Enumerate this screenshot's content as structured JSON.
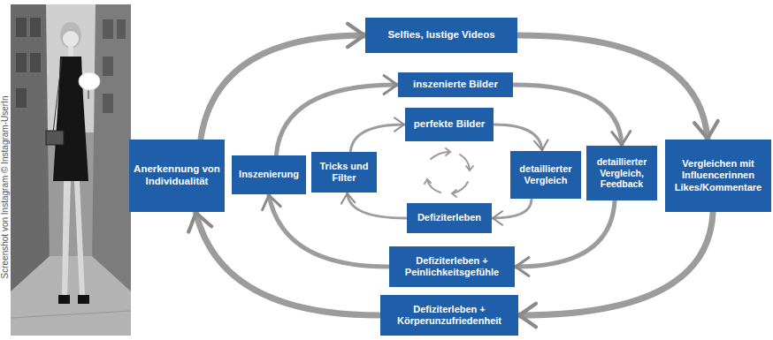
{
  "diagram": {
    "nodes": [
      {
        "text": [
          "Selfies, lustige Videos"
        ]
      },
      {
        "text": [
          "inszenierte Bilder"
        ]
      },
      {
        "text": [
          "perfekte Bilder"
        ]
      },
      {
        "text": [
          "Anerkennung von Individualität"
        ]
      },
      {
        "text": [
          "Inszenierung"
        ]
      },
      {
        "text": [
          "Tricks und Filter"
        ]
      },
      {
        "text": [
          "detaillierter Vergleich"
        ]
      },
      {
        "text": [
          "detaillierter Vergleich, Feedback"
        ]
      },
      {
        "text": [
          "Vergleichen mit Influencerinnen Likes/Kommentare"
        ]
      },
      {
        "text": [
          "Defiziterleben"
        ]
      },
      {
        "text": [
          "Defiziterleben + Peinlichkeitsgefühle"
        ]
      },
      {
        "text": [
          "Defiziterleben + Körperunzufriedenheit"
        ]
      }
    ],
    "edges": [
      {
        "from": 3,
        "to": 0,
        "arrow": "to"
      },
      {
        "from": 0,
        "to": 8,
        "arrow": "to"
      },
      {
        "from": 8,
        "to": 11,
        "arrow": "to"
      },
      {
        "from": 11,
        "to": 3,
        "arrow": "to"
      },
      {
        "from": 4,
        "to": 1,
        "arrow": "to"
      },
      {
        "from": 1,
        "to": 7,
        "arrow": "to"
      },
      {
        "from": 7,
        "to": 10,
        "arrow": "to"
      },
      {
        "from": 10,
        "to": 4,
        "arrow": "to"
      },
      {
        "from": 5,
        "to": 2,
        "arrow": "to"
      },
      {
        "from": 2,
        "to": 6,
        "arrow": "to"
      },
      {
        "from": 6,
        "to": 9,
        "arrow": "to"
      },
      {
        "from": 9,
        "to": 5,
        "arrow": "to"
      }
    ],
    "labels": [
      "Screenshot von Instagram © Instagram-UserIn"
    ]
  }
}
